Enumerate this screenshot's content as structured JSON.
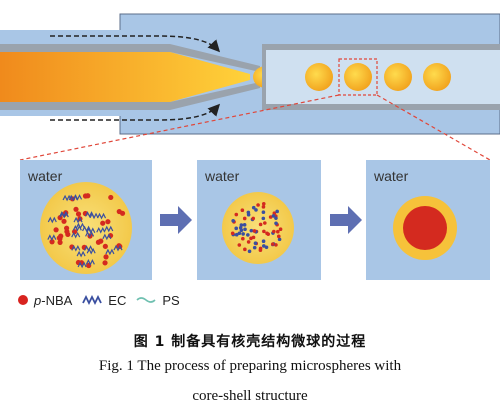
{
  "panels": [
    {
      "label": "water"
    },
    {
      "label": "water"
    },
    {
      "label": "water"
    }
  ],
  "legend": {
    "nba_prefix": "p",
    "nba_suffix": "-NBA",
    "ec": "EC",
    "ps": "PS"
  },
  "caption": {
    "cn": "图 1   制备具有核壳结构微球的过程",
    "en_line1": "Fig. 1    The process of preparing microspheres with",
    "en_line2": "core-shell structure"
  },
  "colors": {
    "water_blue": "#a9c6e6",
    "core_red": "#d42a1f",
    "shell_yellow": "#f6c23a",
    "arrow_purple": "#5e6fb2",
    "dash_red": "#e0473a"
  },
  "icons": [
    "arrow-right-icon",
    "ec-zigzag-icon",
    "ps-wave-icon",
    "red-dot-icon"
  ]
}
